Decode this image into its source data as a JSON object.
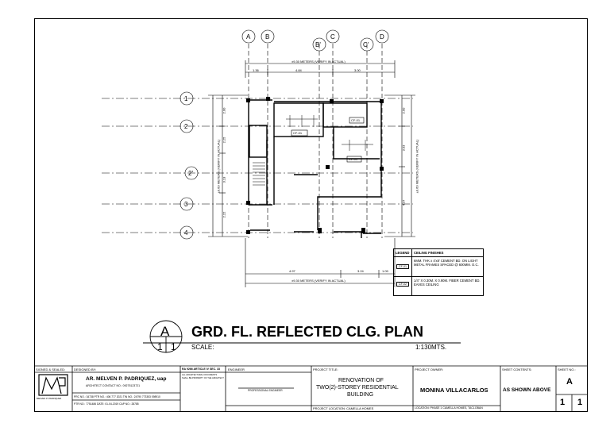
{
  "gridlines": {
    "columns": [
      "A",
      "B",
      "B'",
      "C",
      "C'",
      "D"
    ],
    "rows": [
      "1",
      "2",
      "2'",
      "3",
      "4"
    ]
  },
  "dimensions": {
    "top_overall": "±9.30 METERS (VERIFY IN ACTUAL)",
    "top_segments": [
      "1.36",
      "4.84",
      "3.00"
    ],
    "bottom_overall": "±9.30 METERS (VERIFY IN ACTUAL)",
    "bottom_segments": [
      "4.97",
      "3.24",
      "1.09"
    ],
    "left_overall": "±9.60 METERS (VERIFY IN ACTUAL)",
    "left_segments": [
      "2.00",
      "2.25",
      "3.13",
      "2.22"
    ],
    "right_overall": "±9.60 METERS (VERIFY IN ACTUAL)",
    "right_segments": [
      "2.00",
      "3.03",
      "4.37"
    ]
  },
  "plan_tags": [
    "CF-01",
    "CF-01",
    "CF-01"
  ],
  "legend": {
    "col1": "LEGEND",
    "col2": "CEILING FINISHES",
    "rows": [
      {
        "tag": "CF-01",
        "text": "6MM. THK x 4'x8' CEMENT BD. ON LIGHT METAL FRAMES SPACED @ 600MM. O.C."
      },
      {
        "tag": "CF-02",
        "text": "1/4\" X 0.30M. X 0.90M. FIBER CEMENT BD. EAVES CEILING"
      }
    ]
  },
  "title": {
    "bubble_letter": "A",
    "bubble_left": "1",
    "bubble_right": "1",
    "text": "GRD. FL. REFLECTED CLG. PLAN",
    "scale_label": "SCALE:",
    "scale_value": "1:130MTS."
  },
  "title_block": {
    "signed_sealed": "SIGNED & SEALED:",
    "designed_by": "DESIGNED BY:",
    "architect": "AR. MELVEN P. PADRIQUEZ, uap",
    "architect_sub": "ARCHITECT          CONTACT NO.: 09275123721",
    "prc_row": "PRC NO.: 34738   PTR NO.: 406 777 2021   TIN NO.: 24790 773353 098910",
    "ptr_row": "PTR NO.: 7751486   DATE: 01-04-2019   CAP NO.: 28785",
    "ra_head": "RA 9266 ARTICLE IV SEC. 33",
    "ra_text": "ALL ARCHITECTURAL DOCUMENTS SHALL BE PROPERTY OF THE ARCHITECT",
    "engineer": "ENGINEER",
    "prof_engineer": "PROFESSIONAL ENGINEER",
    "project_title_label": "PROJECT TITLE:",
    "project_title": [
      "RENOVATION OF",
      "TWO(2)-STOREY RESIDENTIAL",
      "BUILDING"
    ],
    "project_location": "PROJECT LOCATION:   CAMELLA HOMES",
    "owner_label": "PROJECT OWNER:",
    "owner": "MONINA VILLACARLOS",
    "owner_location": "LOCATION:  PHASE 1 CAMELLA HOMES, TACLOBAN",
    "contents_label": "SHEET CONTENTS:",
    "contents": "AS SHOWN ABOVE",
    "sheet_label": "SHEET NO.:",
    "sheet_letter": "A",
    "sheet_num": "1",
    "sheet_total": "1",
    "logo_text": "MELVEN P. PADRIQUEZ"
  }
}
